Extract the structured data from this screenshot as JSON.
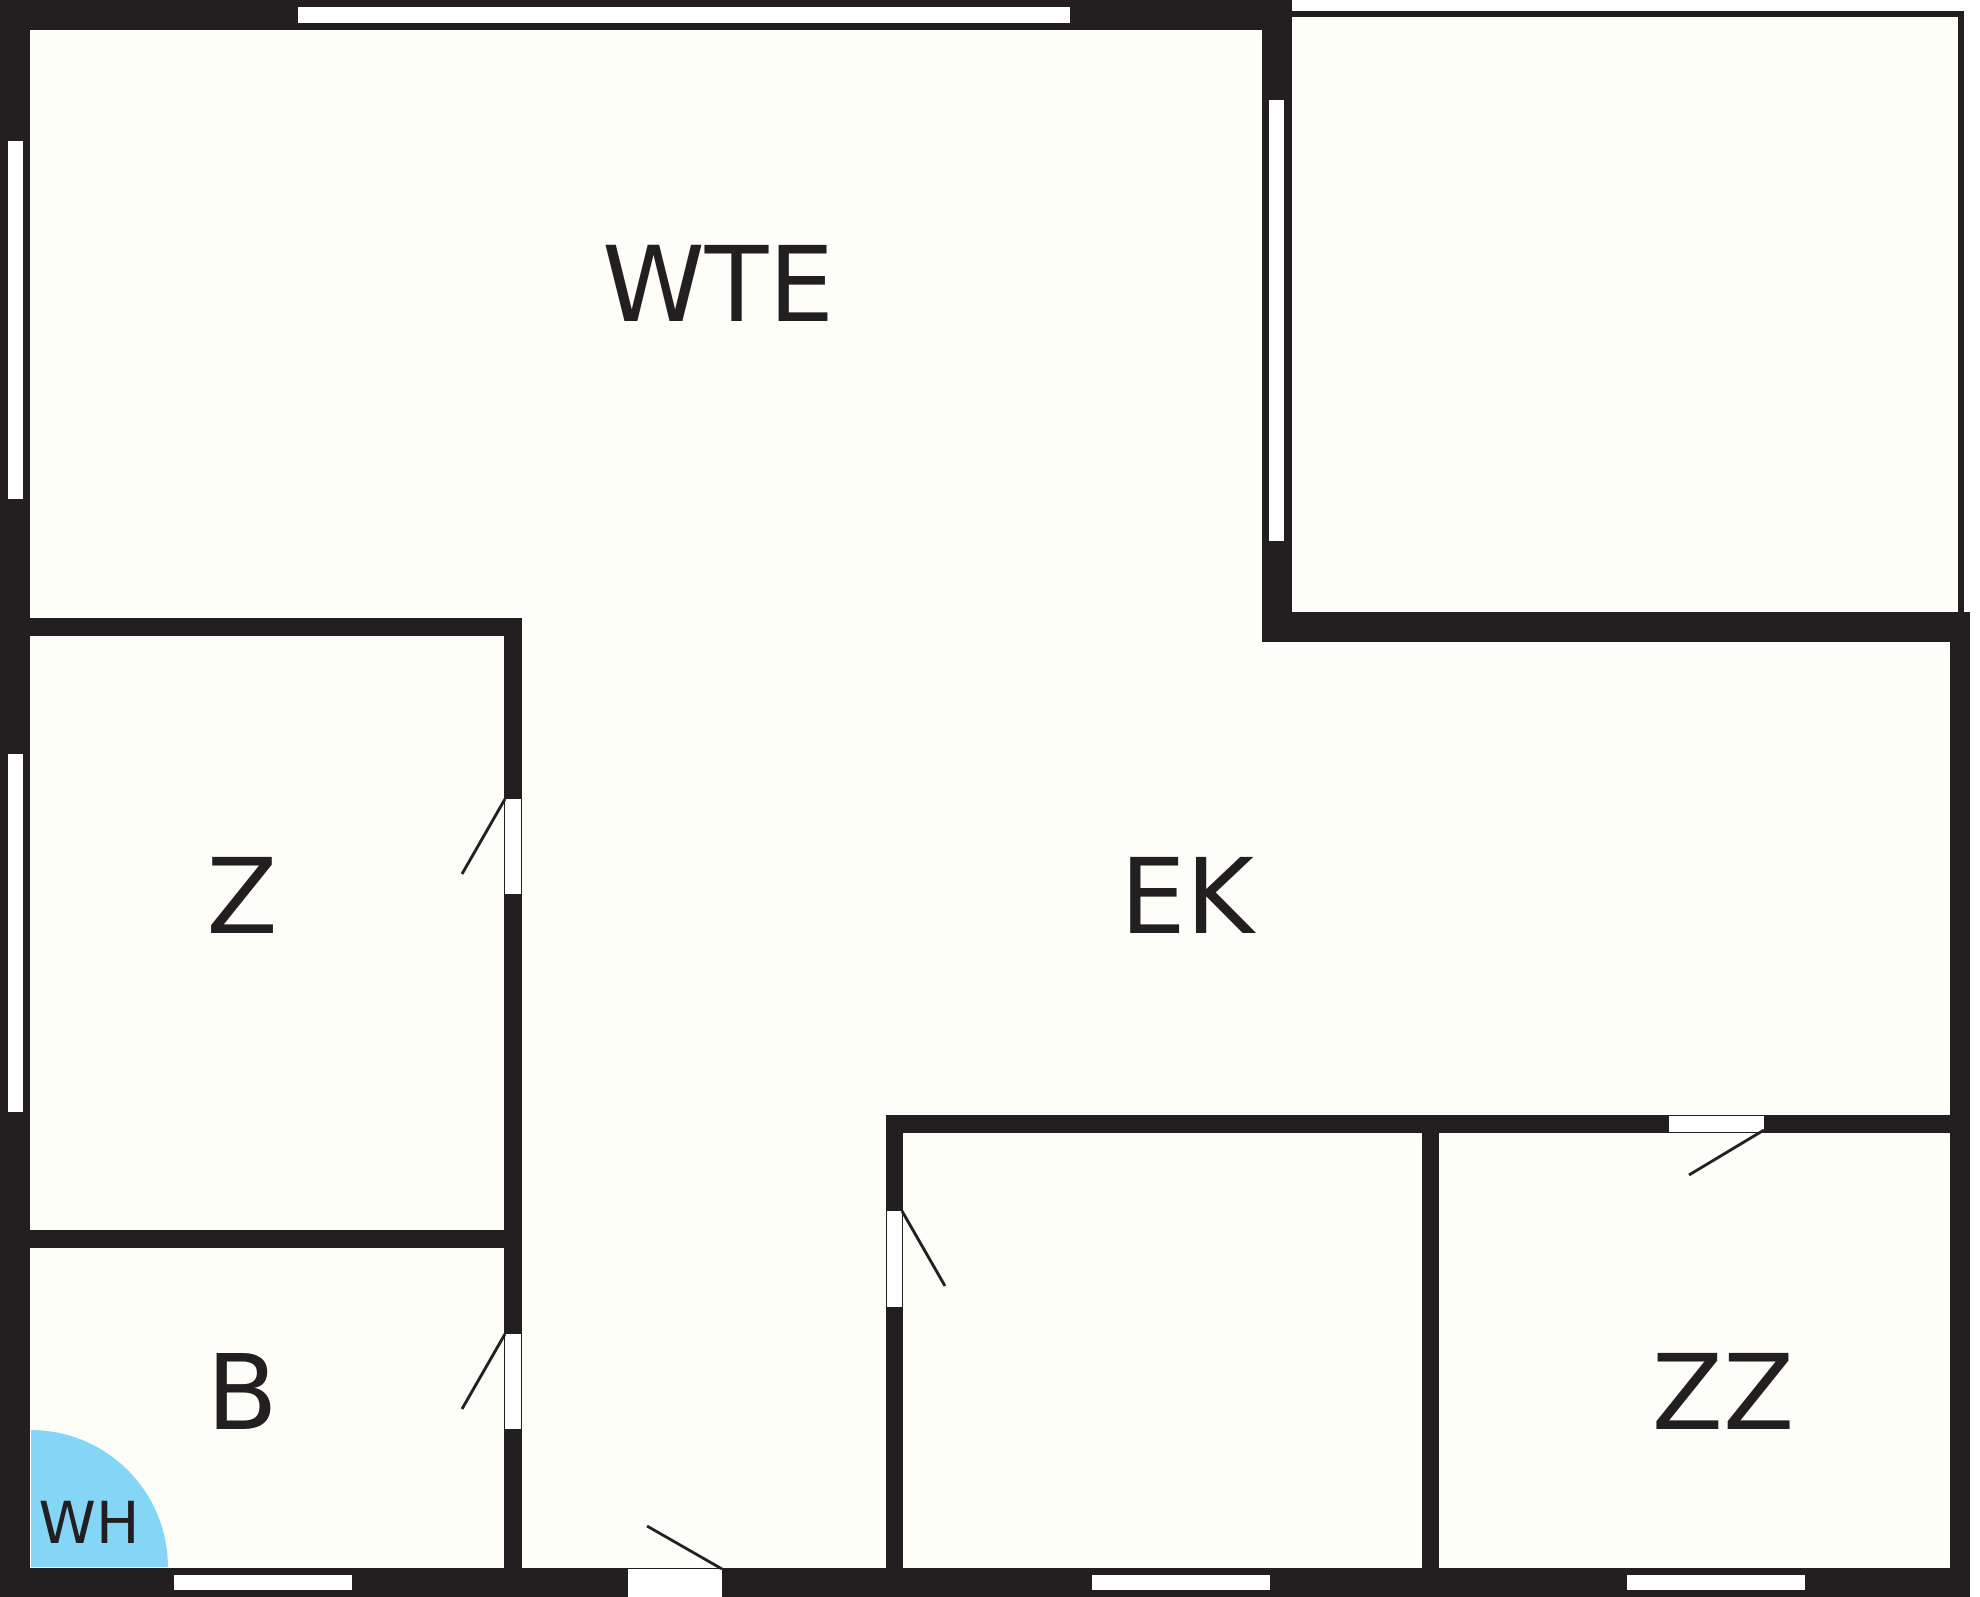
{
  "colors": {
    "wall": "#231f20",
    "floor": "#fefef9",
    "opening": "#ffffff",
    "water_heater": "#85d5f7"
  },
  "rooms": {
    "wte": "WTE",
    "ek": "EK",
    "z": "Z",
    "b": "B",
    "zz": "ZZ",
    "wh": "WH"
  }
}
